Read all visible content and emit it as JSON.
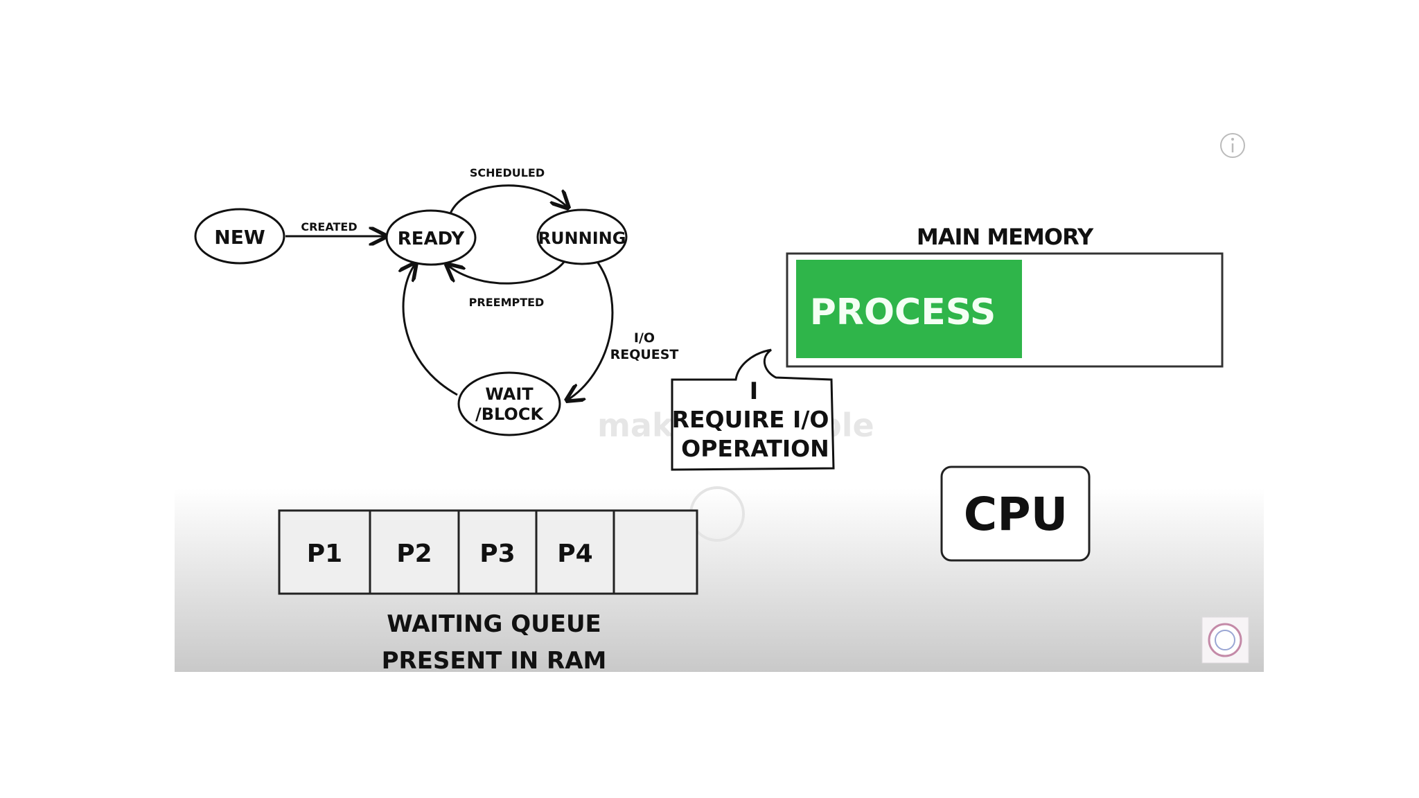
{
  "state_diagram": {
    "states": {
      "new": "NEW",
      "ready": "READY",
      "running": "RUNNING",
      "wait_line1": "WAIT",
      "wait_line2": "/BLOCK"
    },
    "transitions": {
      "created": "CREATED",
      "scheduled": "SCHEDULED",
      "preempted": "PREEMPTED",
      "io_line1": "I/O",
      "io_line2": "REQUEST"
    }
  },
  "main_memory": {
    "title": "MAIN MEMORY",
    "process_label": "PROCESS",
    "process_color": "#2fb54a"
  },
  "speech_bubble": {
    "line1": "I",
    "line2": "REQUIRE I/O",
    "line3": "OPERATION"
  },
  "cpu": {
    "label": "CPU"
  },
  "waiting_queue": {
    "slots": [
      "P1",
      "P2",
      "P3",
      "P4",
      ""
    ],
    "caption_line1": "WAITING QUEUE",
    "caption_line2": "PRESENT IN RAM"
  },
  "watermark": {
    "text": "makingitsimple"
  },
  "icons": {
    "info": "info-icon",
    "logo": "channel-logo"
  }
}
